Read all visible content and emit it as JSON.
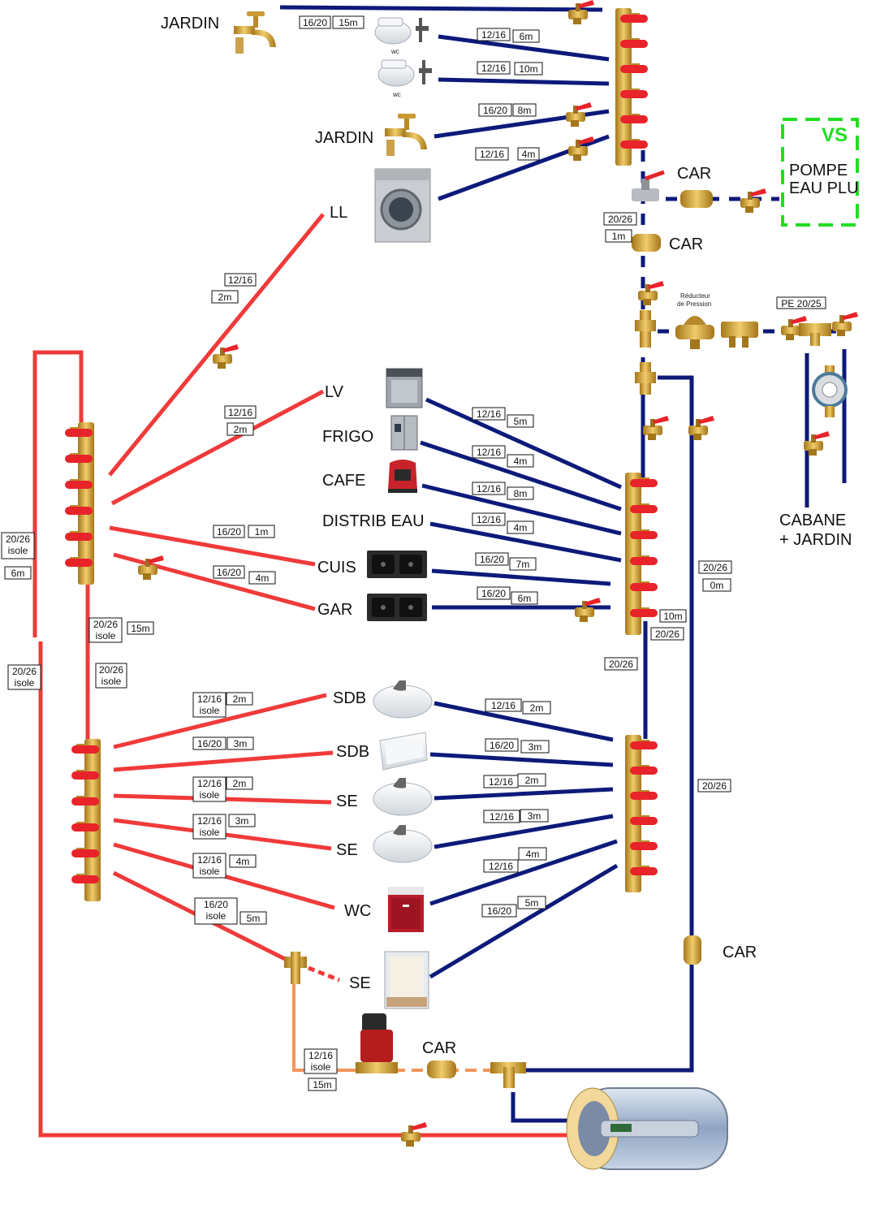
{
  "colors": {
    "cold": "#0d1a7a",
    "hot": "#f03a3a",
    "return_loop": "#f3955a",
    "pump_box": "#22dd22",
    "valve_handle": "#e8232a",
    "brass": "#d8a93a"
  },
  "fixtures": {
    "jardin_top": "JARDIN",
    "jardin_mid": "JARDIN",
    "ll": "LL",
    "lv": "LV",
    "frigo": "FRIGO",
    "cafe": "CAFE",
    "distrib": "DISTRIB EAU",
    "cuis": "CUIS",
    "gar": "GAR",
    "sdb1": "SDB",
    "sdb2": "SDB",
    "se1": "SE",
    "se2": "SE",
    "wc": "WC",
    "se3": "SE",
    "car1": "CAR",
    "car2": "CAR",
    "car3": "CAR",
    "car4": "CAR",
    "cabane_l1": "CABANE",
    "cabane_l2": "+ JARDIN",
    "pompe_l1": "POMPE",
    "pompe_l2": "EAU PLU",
    "vs": "VS",
    "reducteur_l1": "Réducteur",
    "reducteur_l2": "de Pression",
    "wc_small1": "wc",
    "wc_small2": "wc"
  },
  "tags": [
    {
      "id": "t1",
      "text": "16/20"
    },
    {
      "id": "t2",
      "text": "15m"
    },
    {
      "id": "t3",
      "text": "12/16"
    },
    {
      "id": "t4",
      "text": "6m"
    },
    {
      "id": "t5",
      "text": "12/16"
    },
    {
      "id": "t6",
      "text": "10m"
    },
    {
      "id": "t7",
      "text": "16/20"
    },
    {
      "id": "t8",
      "text": "8m"
    },
    {
      "id": "t9",
      "text": "12/16"
    },
    {
      "id": "t10",
      "text": "4m"
    },
    {
      "id": "t11",
      "text": "20/26"
    },
    {
      "id": "t12",
      "text": "1m"
    },
    {
      "id": "t13",
      "text": "PE 20/25"
    },
    {
      "id": "t14",
      "text": "12/16"
    },
    {
      "id": "t15",
      "text": "2m"
    },
    {
      "id": "t16",
      "text": "12/16"
    },
    {
      "id": "t17",
      "text": "2m"
    },
    {
      "id": "t18",
      "text": "12/16"
    },
    {
      "id": "t19",
      "text": "5m"
    },
    {
      "id": "t20",
      "text": "12/16"
    },
    {
      "id": "t21",
      "text": "4m"
    },
    {
      "id": "t22",
      "text": "12/16"
    },
    {
      "id": "t23",
      "text": "8m"
    },
    {
      "id": "t24",
      "text": "12/16"
    },
    {
      "id": "t25",
      "text": "4m"
    },
    {
      "id": "t26",
      "text": "16/20"
    },
    {
      "id": "t27",
      "text": "1m"
    },
    {
      "id": "t28",
      "text": "16/20"
    },
    {
      "id": "t29",
      "text": "4m"
    },
    {
      "id": "t30",
      "text": "16/20"
    },
    {
      "id": "t31",
      "text": "7m"
    },
    {
      "id": "t32",
      "text": "16/20"
    },
    {
      "id": "t33",
      "text": "6m"
    },
    {
      "id": "t34",
      "text": "20/26"
    },
    {
      "id": "t35",
      "text": "0m"
    },
    {
      "id": "t36",
      "text": "10m"
    },
    {
      "id": "t37",
      "text": "20/26"
    },
    {
      "id": "t38",
      "text": "20/26"
    },
    {
      "id": "t39a",
      "text": "20/26"
    },
    {
      "id": "t39b",
      "text": "isole"
    },
    {
      "id": "t40",
      "text": "6m"
    },
    {
      "id": "t41a",
      "text": "20/26"
    },
    {
      "id": "t41b",
      "text": "isole"
    },
    {
      "id": "t42",
      "text": "15m"
    },
    {
      "id": "t43a",
      "text": "20/26"
    },
    {
      "id": "t43b",
      "text": "isole"
    },
    {
      "id": "t44a",
      "text": "20/26"
    },
    {
      "id": "t44b",
      "text": "isole"
    },
    {
      "id": "t45a",
      "text": "12/16"
    },
    {
      "id": "t45b",
      "text": "isole"
    },
    {
      "id": "t46",
      "text": "2m"
    },
    {
      "id": "t47",
      "text": "16/20"
    },
    {
      "id": "t48",
      "text": "3m"
    },
    {
      "id": "t49a",
      "text": "12/16"
    },
    {
      "id": "t49b",
      "text": "isole"
    },
    {
      "id": "t50",
      "text": "2m"
    },
    {
      "id": "t51a",
      "text": "12/16"
    },
    {
      "id": "t51b",
      "text": "isole"
    },
    {
      "id": "t52",
      "text": "3m"
    },
    {
      "id": "t53a",
      "text": "12/16"
    },
    {
      "id": "t53b",
      "text": "isole"
    },
    {
      "id": "t54",
      "text": "4m"
    },
    {
      "id": "t55a",
      "text": "16/20"
    },
    {
      "id": "t55b",
      "text": "isole"
    },
    {
      "id": "t56",
      "text": "5m"
    },
    {
      "id": "t57",
      "text": "12/16"
    },
    {
      "id": "t58",
      "text": "2m"
    },
    {
      "id": "t59",
      "text": "16/20"
    },
    {
      "id": "t60",
      "text": "3m"
    },
    {
      "id": "t61",
      "text": "12/16"
    },
    {
      "id": "t62",
      "text": "2m"
    },
    {
      "id": "t63",
      "text": "12/16"
    },
    {
      "id": "t64",
      "text": "3m"
    },
    {
      "id": "t65",
      "text": "12/16"
    },
    {
      "id": "t66",
      "text": "4m"
    },
    {
      "id": "t67",
      "text": "16/20"
    },
    {
      "id": "t68",
      "text": "5m"
    },
    {
      "id": "t69",
      "text": "20/26"
    },
    {
      "id": "t70a",
      "text": "12/16"
    },
    {
      "id": "t70b",
      "text": "isole"
    },
    {
      "id": "t71",
      "text": "15m"
    }
  ]
}
